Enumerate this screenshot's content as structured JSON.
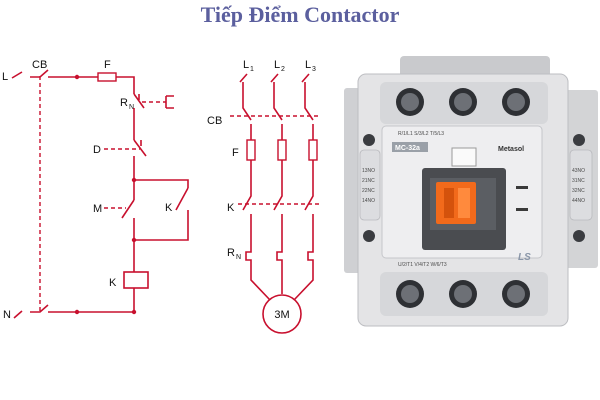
{
  "title": "Tiếp Điểm Contactor",
  "control_circuit": {
    "line": "L",
    "neutral": "N",
    "breaker": "CB",
    "fuse": "F",
    "thermal_contact": "R",
    "thermal_sub": "N",
    "stop_button": "D",
    "start_button": "M",
    "hold_contact": "K",
    "coil": "K"
  },
  "power_circuit": {
    "phases": [
      {
        "main": "L",
        "sub": "1"
      },
      {
        "main": "L",
        "sub": "2"
      },
      {
        "main": "L",
        "sub": "3"
      }
    ],
    "breaker": "CB",
    "fuse": "F",
    "contacts": "K",
    "relay": "R",
    "relay_sub": "N",
    "motor": "3M"
  },
  "contactor": {
    "top_terminals": "R/1/L1     S/3/L2     T/5/L3",
    "model": "MC-32a",
    "brand": "Metasol",
    "logo": "LS",
    "left_aux": [
      "13NO",
      "21NC",
      "22NC",
      "14NO"
    ],
    "right_aux": [
      "43NO",
      "31NC",
      "32NC",
      "44NO"
    ],
    "bottom_terminals": "U/2/T1     V/4/T2     W/6/T3",
    "colors": {
      "body": "#e4e4e6",
      "actuator": "#f26a1b",
      "wire": "#c8102e"
    }
  }
}
